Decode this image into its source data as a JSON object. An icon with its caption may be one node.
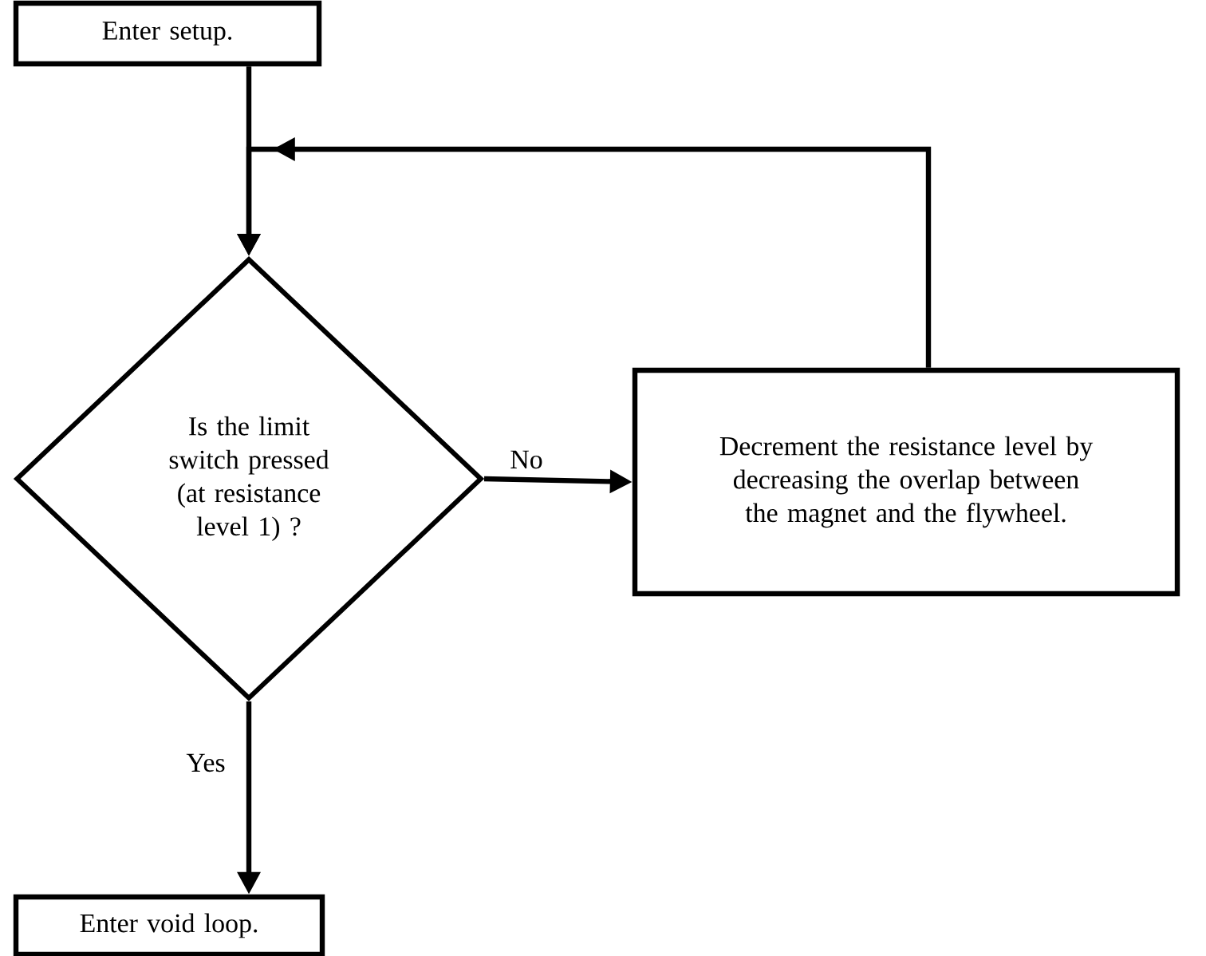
{
  "diagram": {
    "nodes": [
      {
        "text": [
          "Enter setup."
        ]
      },
      {
        "text": [
          "Is the limit switch pressed (at resistance level 1) ?"
        ]
      },
      {
        "text": [
          "Decrement the resistance level by decreasing the overlap between the magnet and the flywheel."
        ]
      },
      {
        "text": [
          "Enter void loop."
        ]
      }
    ],
    "edges": [
      {
        "from": 0,
        "to": 1,
        "arrow": "to"
      },
      {
        "from": 2,
        "to": 1,
        "arrow": "to"
      },
      {
        "from": 1,
        "to": 2,
        "arrow": "to",
        "label": "No"
      },
      {
        "from": 1,
        "to": 3,
        "arrow": "to",
        "label": "Yes"
      }
    ]
  }
}
